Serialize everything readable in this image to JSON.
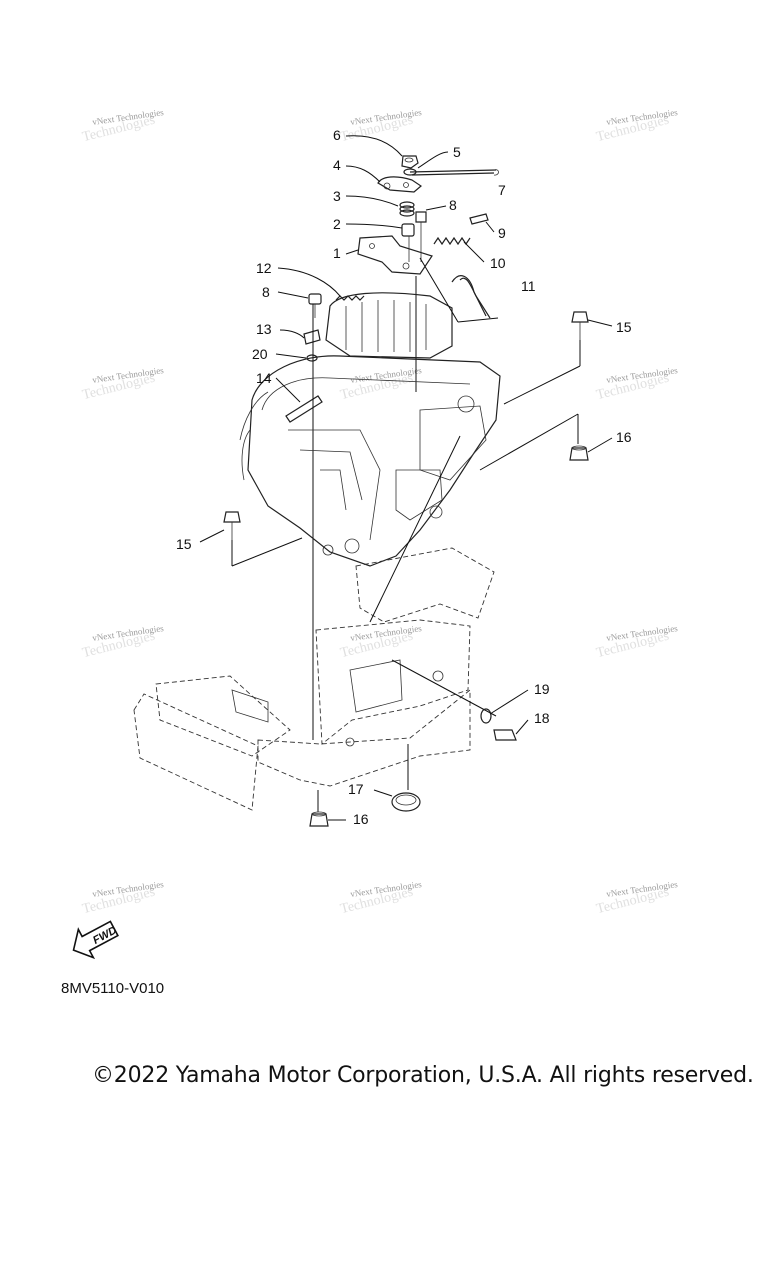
{
  "watermark_text": "vNext Technologies",
  "callouts": [
    {
      "id": "6",
      "label": "6"
    },
    {
      "id": "5",
      "label": "5"
    },
    {
      "id": "4",
      "label": "4"
    },
    {
      "id": "7",
      "label": "7"
    },
    {
      "id": "3",
      "label": "3"
    },
    {
      "id": "8a",
      "label": "8"
    },
    {
      "id": "2",
      "label": "2"
    },
    {
      "id": "9",
      "label": "9"
    },
    {
      "id": "1",
      "label": "1"
    },
    {
      "id": "10",
      "label": "10"
    },
    {
      "id": "12",
      "label": "12"
    },
    {
      "id": "11",
      "label": "11"
    },
    {
      "id": "8b",
      "label": "8"
    },
    {
      "id": "15a",
      "label": "15"
    },
    {
      "id": "13",
      "label": "13"
    },
    {
      "id": "20",
      "label": "20"
    },
    {
      "id": "14",
      "label": "14"
    },
    {
      "id": "16a",
      "label": "16"
    },
    {
      "id": "15b",
      "label": "15"
    },
    {
      "id": "19",
      "label": "19"
    },
    {
      "id": "18",
      "label": "18"
    },
    {
      "id": "17",
      "label": "17"
    },
    {
      "id": "16b",
      "label": "16"
    }
  ],
  "fwd_label": "FWD",
  "diagram_code": "8MV5110-V010",
  "copyright": "©2022 Yamaha Motor Corporation, U.S.A. All rights reserved."
}
